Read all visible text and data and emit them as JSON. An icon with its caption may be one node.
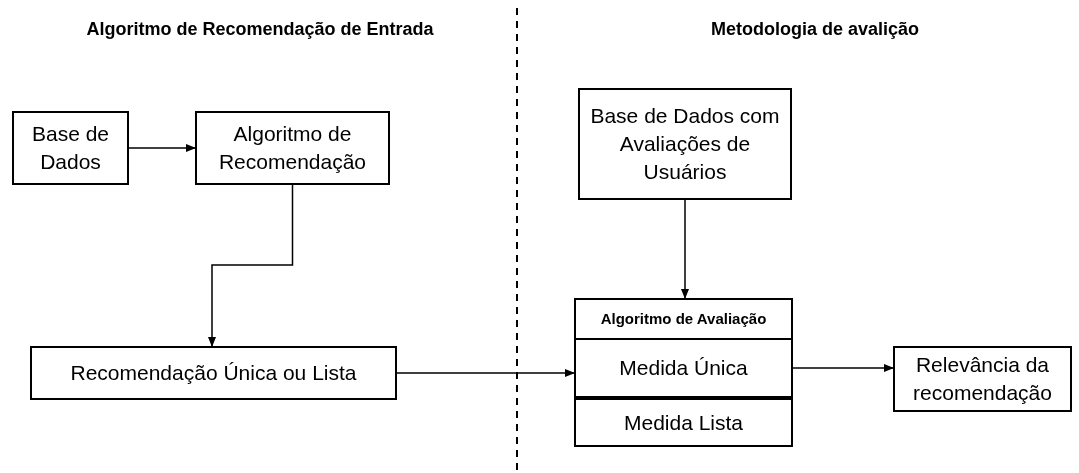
{
  "diagram": {
    "nodes": [
      {
        "text": [
          "Base de Dados"
        ]
      },
      {
        "text": [
          "Algoritmo de Recomendação"
        ]
      },
      {
        "text": [
          "Recomendação Única ou Lista"
        ]
      },
      {
        "text": [
          "Base de Dados com Avaliações de Usuários"
        ]
      },
      {
        "text": [
          "Algoritmo de Avaliação"
        ]
      },
      {
        "text": [
          "Medida Única"
        ],
        "in": 4
      },
      {
        "text": [
          "Medida Lista"
        ],
        "in": 4
      },
      {
        "text": [
          "Relevância da recomendação"
        ]
      }
    ],
    "edges": [
      {
        "from": 0,
        "to": 1,
        "arrow": "to"
      },
      {
        "from": 1,
        "to": 2,
        "arrow": "to"
      },
      {
        "from": 2,
        "to": 5,
        "arrow": "to"
      },
      {
        "from": 3,
        "to": 4,
        "arrow": "to"
      },
      {
        "from": 5,
        "to": 7,
        "arrow": "to"
      }
    ],
    "labels": [
      "Algoritmo de Recomendação de Entrada",
      "Metodologia de avalição"
    ]
  }
}
